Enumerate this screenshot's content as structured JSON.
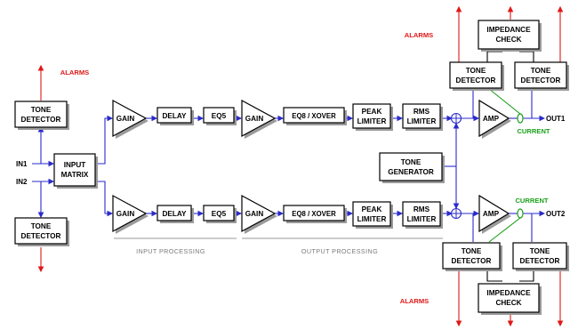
{
  "labels": {
    "tone_detector_l1": "TONE",
    "tone_detector_l2": "DETECTOR",
    "input_matrix_l1": "INPUT",
    "input_matrix_l2": "MATRIX",
    "gain": "GAIN",
    "delay": "DELAY",
    "eq5": "EQ5",
    "eq8_xover": "EQ8 / XOVER",
    "peak_limiter_l1": "PEAK",
    "peak_limiter_l2": "LIMITER",
    "rms_limiter_l1": "RMS",
    "rms_limiter_l2": "LIMITER",
    "amp": "AMP",
    "tone_generator_l1": "TONE",
    "tone_generator_l2": "GENERATOR",
    "impedance_check_l1": "IMPEDANCE",
    "impedance_check_l2": "CHECK",
    "alarms": "ALARMS",
    "current": "CURRENT",
    "in1": "IN1",
    "in2": "IN2",
    "out1": "OUT1",
    "out2": "OUT2",
    "input_processing": "INPUT PROCESSING",
    "output_processing": "OUTPUT PROCESSING"
  },
  "colors": {
    "signal_wire": "#2a2acc",
    "alarm": "#e01818",
    "current": "#1aa01a"
  }
}
